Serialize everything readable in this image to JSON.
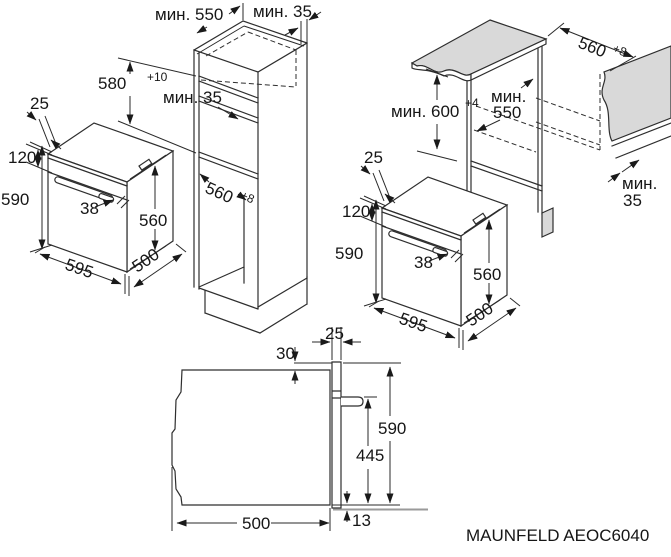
{
  "colors": {
    "background": "#ffffff",
    "line": "#2e2e2e",
    "shade": "#d9d9d9",
    "floor_line": "#9a9a9a",
    "text": "#161616"
  },
  "model_label": "MAUNFELD AEOC6040",
  "tall_cabinet": {
    "dim_depth_min": "мин. 550",
    "dim_back_gap_min": "мин. 35",
    "dim_niche_height": "580",
    "dim_niche_height_tol": "+10",
    "dim_shelf_gap_min": "мин. 35",
    "dim_niche_width": "560",
    "dim_niche_width_tol": "+8"
  },
  "oven": {
    "dim_door_offset": "25",
    "dim_panel_height": "120",
    "dim_height": "590",
    "dim_handle_depth": "38",
    "dim_body_height": "560",
    "dim_width": "595",
    "dim_depth": "500"
  },
  "base_cabinet": {
    "dim_niche_width": "560",
    "dim_niche_width_tol": "+8",
    "dim_niche_height_min": "мин. 600",
    "dim_niche_height_tol": "+4",
    "dim_depth_min_word": "мин.",
    "dim_depth_min_value": "550",
    "dim_back_gap_word": "мин.",
    "dim_back_gap_value": "35"
  },
  "section": {
    "dim_door_thickness": "25",
    "dim_top_overhang": "30",
    "dim_height": "590",
    "dim_handle_height": "445",
    "dim_depth": "500",
    "dim_bottom_gap": "13"
  }
}
